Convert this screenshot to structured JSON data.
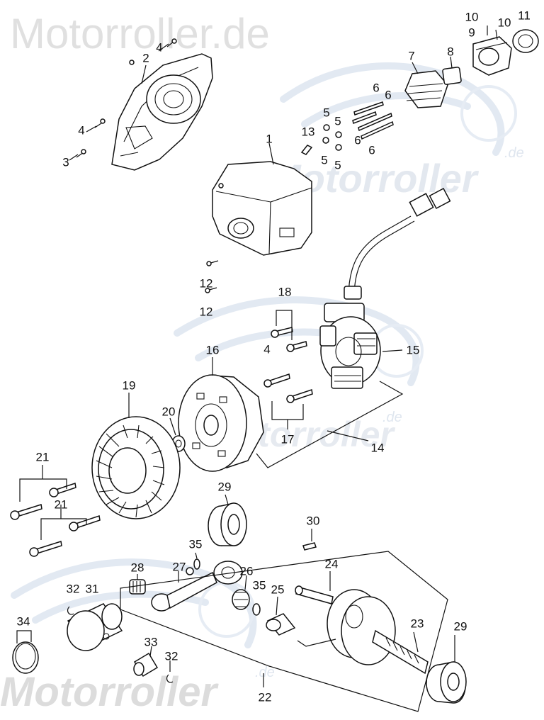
{
  "watermarks": {
    "top": "Motorroller.de",
    "middle_1": "Motorroller",
    "middle_2": "Motorroller",
    "bottom": "Motorroller",
    "de_1": ".de",
    "de_2": ".de",
    "de_3": ".de"
  },
  "callouts": [
    {
      "id": "c2",
      "text": "2"
    },
    {
      "id": "c4a",
      "text": "4"
    },
    {
      "id": "c4b",
      "text": "4"
    },
    {
      "id": "c3",
      "text": "3"
    },
    {
      "id": "c1",
      "text": "1"
    },
    {
      "id": "c7",
      "text": "7"
    },
    {
      "id": "c8",
      "text": "8"
    },
    {
      "id": "c9",
      "text": "9"
    },
    {
      "id": "c10a",
      "text": "10"
    },
    {
      "id": "c10b",
      "text": "10"
    },
    {
      "id": "c11",
      "text": "11"
    },
    {
      "id": "c6a",
      "text": "6"
    },
    {
      "id": "c6b",
      "text": "6"
    },
    {
      "id": "c6c",
      "text": "6"
    },
    {
      "id": "c6d",
      "text": "6"
    },
    {
      "id": "c5a",
      "text": "5"
    },
    {
      "id": "c5b",
      "text": "5"
    },
    {
      "id": "c5c",
      "text": "5"
    },
    {
      "id": "c5d",
      "text": "5"
    },
    {
      "id": "c13",
      "text": "13"
    },
    {
      "id": "c12a",
      "text": "12"
    },
    {
      "id": "c12b",
      "text": "12"
    },
    {
      "id": "c18",
      "text": "18"
    },
    {
      "id": "c4c",
      "text": "4"
    },
    {
      "id": "c15",
      "text": "15"
    },
    {
      "id": "c16",
      "text": "16"
    },
    {
      "id": "c19",
      "text": "19"
    },
    {
      "id": "c20",
      "text": "20"
    },
    {
      "id": "c17",
      "text": "17"
    },
    {
      "id": "c14",
      "text": "14"
    },
    {
      "id": "c21a",
      "text": "21"
    },
    {
      "id": "c21b",
      "text": "21"
    },
    {
      "id": "c29a",
      "text": "29"
    },
    {
      "id": "c30",
      "text": "30"
    },
    {
      "id": "c35a",
      "text": "35"
    },
    {
      "id": "c24",
      "text": "24"
    },
    {
      "id": "c28",
      "text": "28"
    },
    {
      "id": "c27",
      "text": "27"
    },
    {
      "id": "c26",
      "text": "26"
    },
    {
      "id": "c35b",
      "text": "35"
    },
    {
      "id": "c25",
      "text": "25"
    },
    {
      "id": "c32a",
      "text": "32"
    },
    {
      "id": "c31",
      "text": "31"
    },
    {
      "id": "c34",
      "text": "34"
    },
    {
      "id": "c23",
      "text": "23"
    },
    {
      "id": "c29b",
      "text": "29"
    },
    {
      "id": "c33",
      "text": "33"
    },
    {
      "id": "c32b",
      "text": "32"
    },
    {
      "id": "c22",
      "text": "22"
    }
  ]
}
